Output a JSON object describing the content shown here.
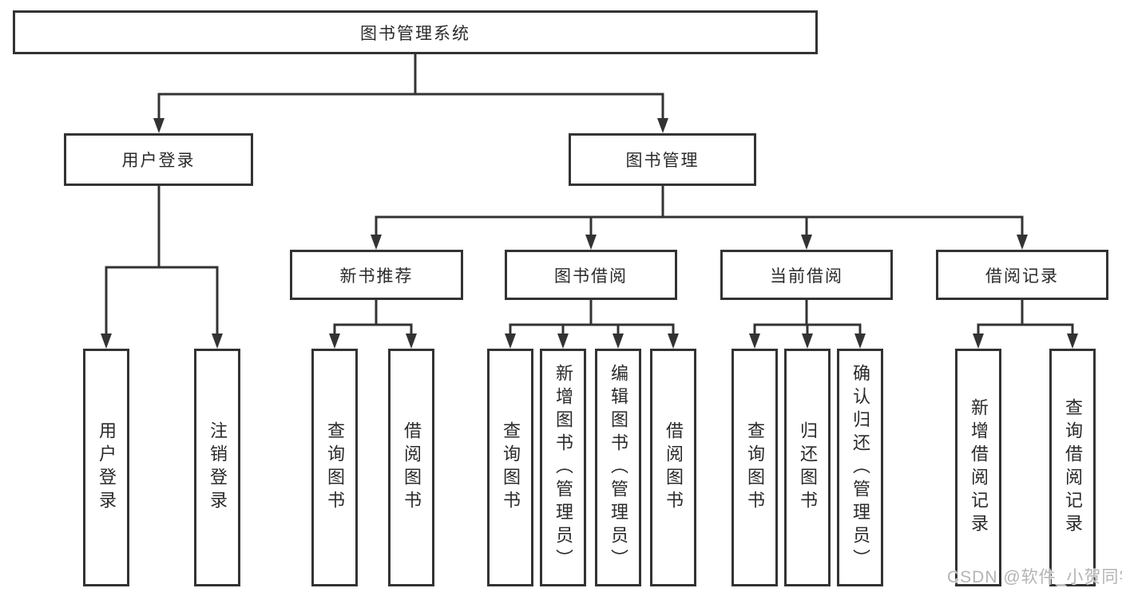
{
  "colors": {
    "line": "#333333",
    "box_border": "#333333",
    "text": "#2a2a2a",
    "background": "#ffffff",
    "watermark": "#b4b4b4"
  },
  "tree": {
    "label": "图书管理系统",
    "children": [
      {
        "label": "用户登录",
        "children": [
          {
            "label": "用户登录"
          },
          {
            "label": "注销登录"
          }
        ]
      },
      {
        "label": "图书管理",
        "children": [
          {
            "label": "新书推荐",
            "children": [
              {
                "label": "查询图书"
              },
              {
                "label": "借阅图书"
              }
            ]
          },
          {
            "label": "图书借阅",
            "children": [
              {
                "label": "查询图书"
              },
              {
                "label": "新增图书（管理员）"
              },
              {
                "label": "编辑图书（管理员）"
              },
              {
                "label": "借阅图书"
              }
            ]
          },
          {
            "label": "当前借阅",
            "children": [
              {
                "label": "查询图书"
              },
              {
                "label": "归还图书"
              },
              {
                "label": "确认归还（管理员）"
              }
            ]
          },
          {
            "label": "借阅记录",
            "children": [
              {
                "label": "新增借阅记录"
              },
              {
                "label": "查询借阅记录"
              }
            ]
          }
        ]
      }
    ]
  },
  "watermark": {
    "text": "CSDN @软件_小贺同学"
  }
}
